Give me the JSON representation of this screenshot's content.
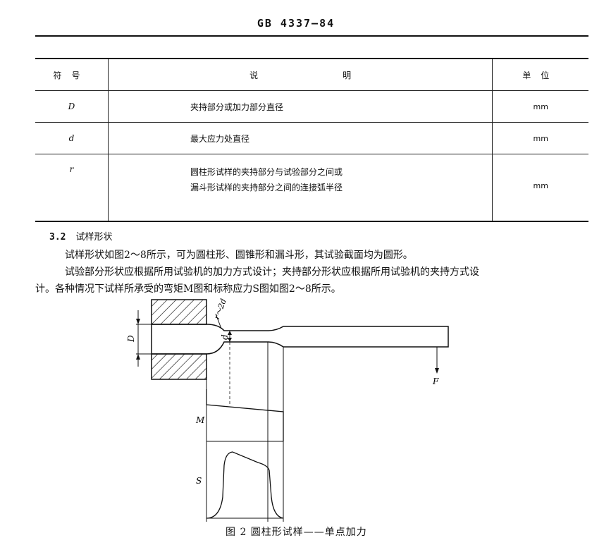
{
  "header": {
    "code": "GB 4337—84"
  },
  "table": {
    "headers": {
      "symbol": "符号",
      "description_a": "说",
      "description_b": "明",
      "unit": "单位"
    },
    "rows": [
      {
        "symbol": "D",
        "description": "夹持部分或加力部分直径",
        "unit": "mm"
      },
      {
        "symbol": "d",
        "description": "最大应力处直径",
        "unit": "mm"
      },
      {
        "symbol": "r",
        "description_line1": "圆柱形试样的夹持部分与试验部分之间或",
        "description_line2": "漏斗形试样的夹持部分之间的连接弧半径",
        "unit": "mm"
      }
    ]
  },
  "section": {
    "number": "3.2",
    "title": "试样形状",
    "para1": "试样形状如图2～8所示，可为圆柱形、圆锥形和漏斗形，其试验截面均为圆形。",
    "para2": "试验部分形状应根据所用试验机的加力方式设计；夹持部分形状应根据所用试验机的夹持方式设",
    "para3": "计。各种情况下试样所承受的弯矩M图和标称应力S图如图2～8所示。"
  },
  "figure": {
    "labels": {
      "D": "D",
      "d": "d",
      "r": "r～2d",
      "F": "F",
      "M": "M",
      "S": "S"
    },
    "caption": "图 2   圆柱形试样——单点加力"
  }
}
